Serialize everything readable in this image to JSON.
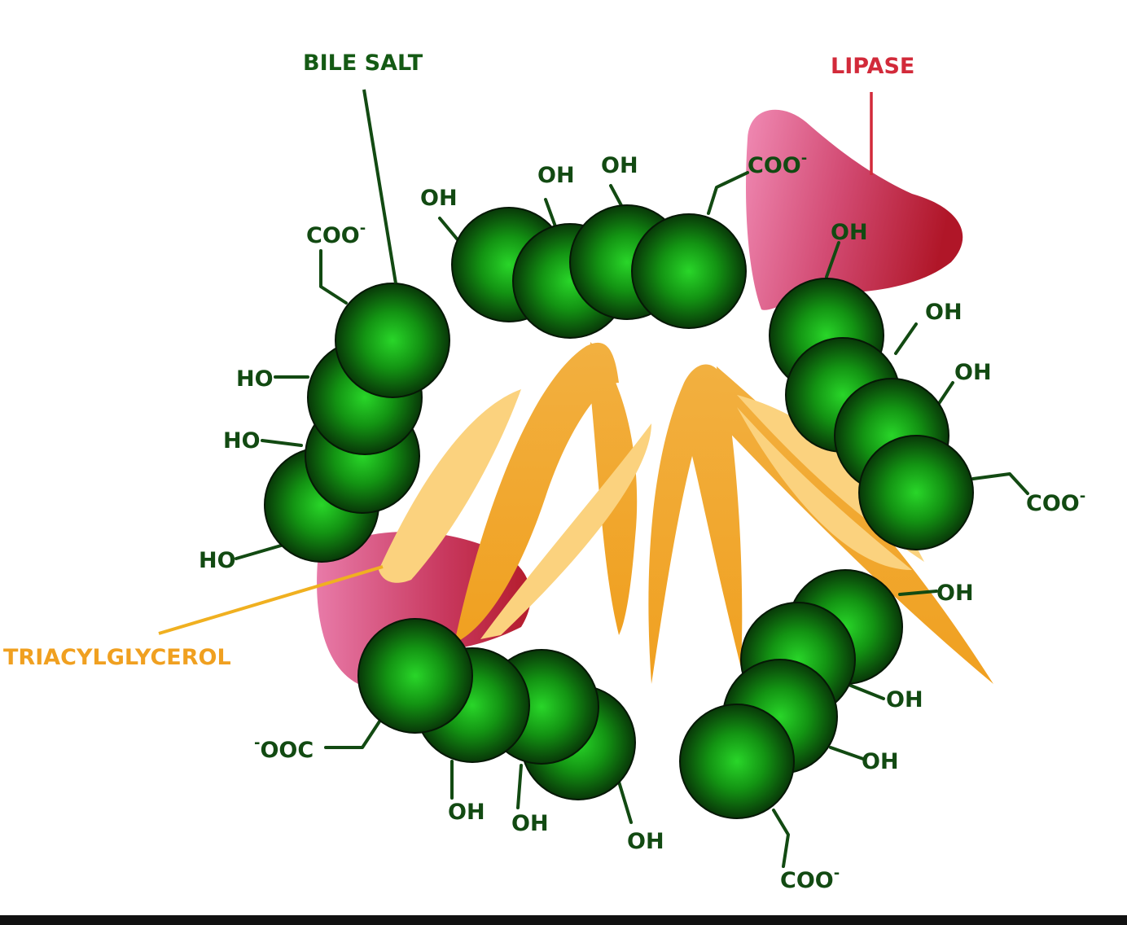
{
  "labels": {
    "bile_salt": "BILE SALT",
    "lipase": "LIPASE",
    "triacylglycerol": "TRIACYLGLYCEROL"
  },
  "groups": {
    "oh": "OH",
    "ho": "HO",
    "coo": "COO",
    "ooc": "OOC",
    "charge": "-"
  },
  "colors": {
    "bile_salt": "#145a14",
    "lipase": "#d22a3a",
    "triacylglycerol": "#f0a020",
    "bead": "#1a8a1a",
    "lipase_blob": "#c23a5a"
  }
}
